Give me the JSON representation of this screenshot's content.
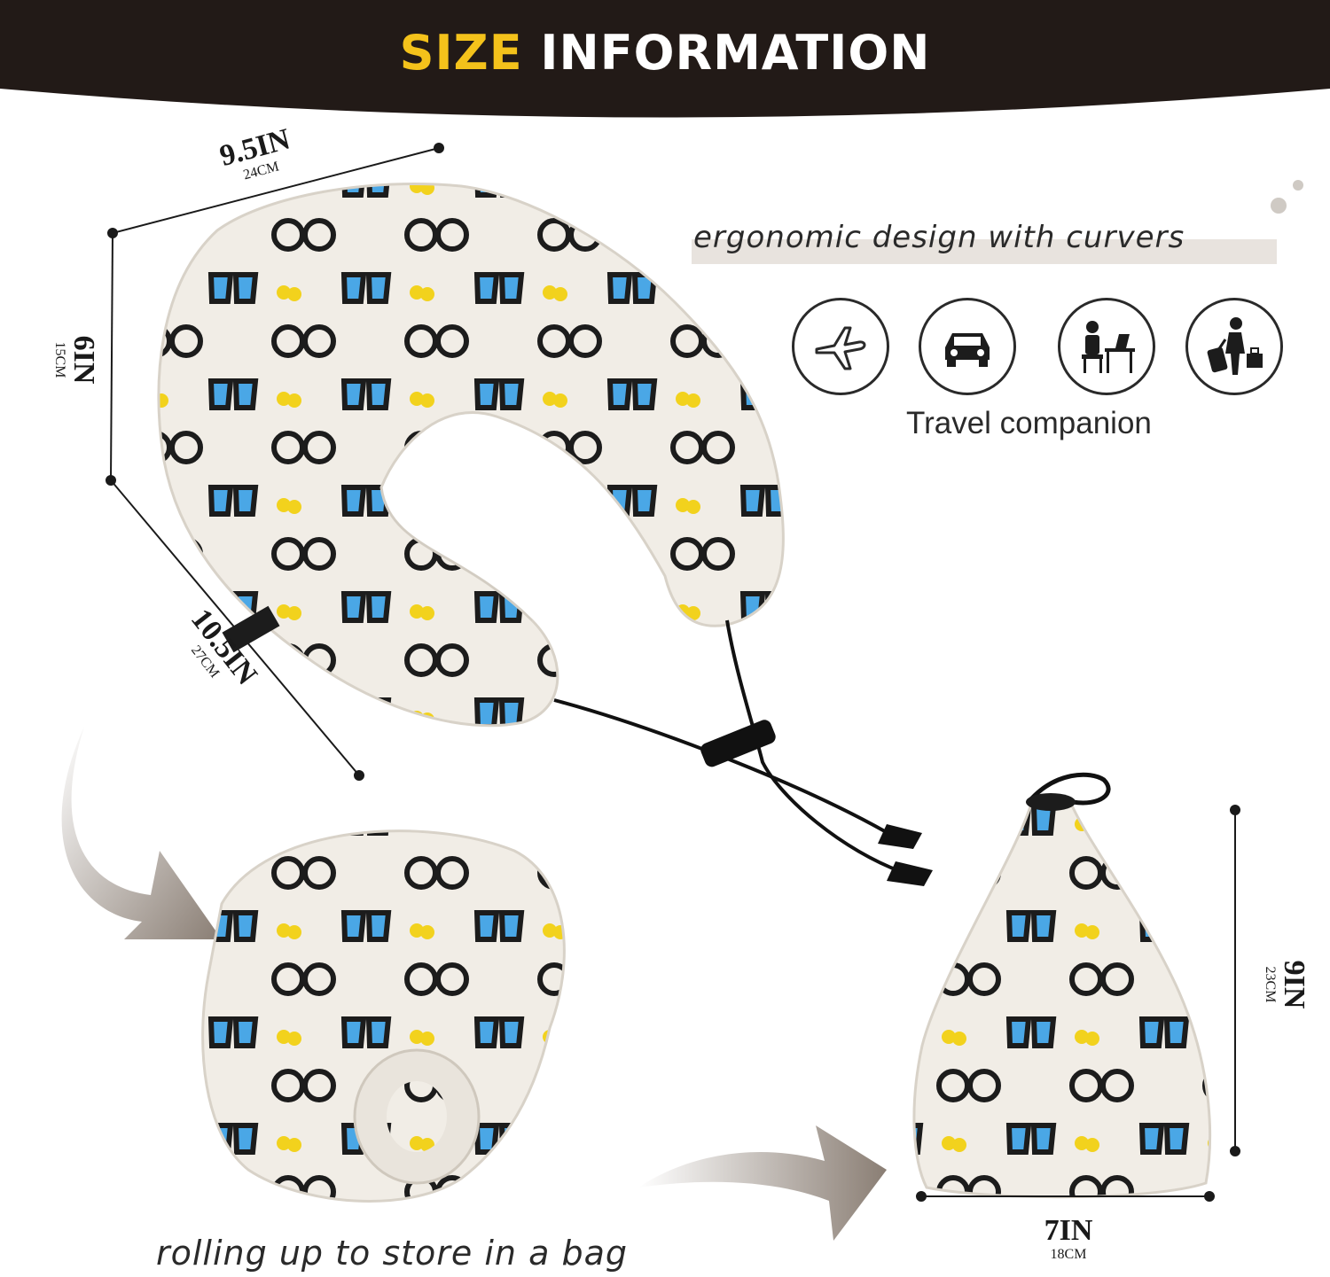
{
  "banner": {
    "title_highlight": "SIZE",
    "title_rest": "INFORMATION",
    "background_color": "#221a17",
    "highlight_color": "#f4c21b"
  },
  "dimensions": {
    "pillow_width": {
      "inches": "9.5IN",
      "cm": "24CM"
    },
    "pillow_height": {
      "inches": "6IN",
      "cm": "15CM"
    },
    "pillow_depth": {
      "inches": "10.5IN",
      "cm": "27CM"
    },
    "bag_height": {
      "inches": "9IN",
      "cm": "23CM"
    },
    "bag_width": {
      "inches": "7IN",
      "cm": "18CM"
    }
  },
  "features": {
    "tagline": "ergonomic design with curvers",
    "travel_label": "Travel companion",
    "icons": [
      "airplane-icon",
      "car-icon",
      "office-worker-icon",
      "traveler-luggage-icon"
    ]
  },
  "caption": "rolling up to store in a bag",
  "product": {
    "pattern_colors": {
      "fabric": "#f1ede6",
      "frames": "#1c1c1c",
      "lenses": "#4aa7e6",
      "dots": "#f2d21d"
    }
  }
}
